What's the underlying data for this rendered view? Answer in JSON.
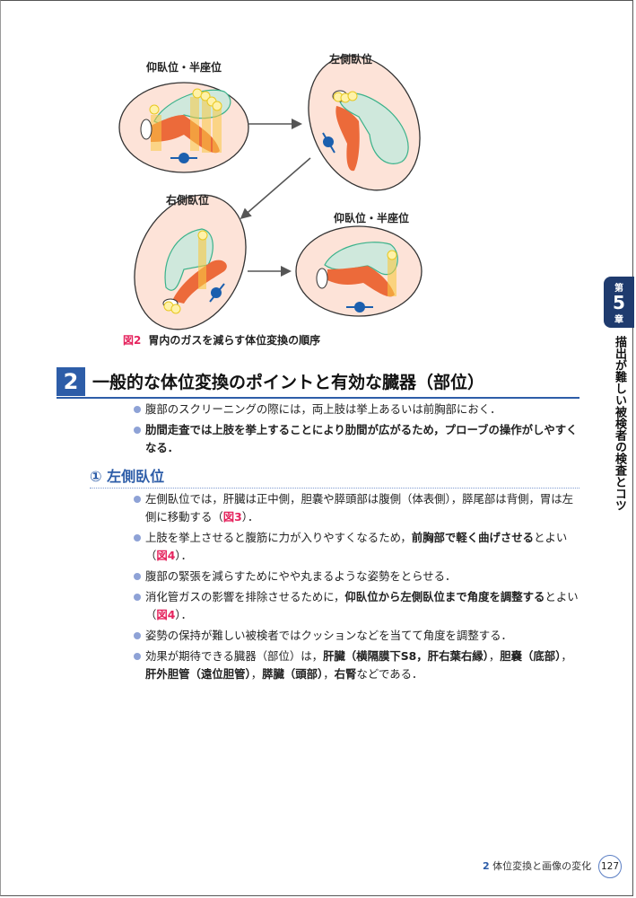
{
  "figure": {
    "panels": [
      {
        "label": "仰臥位・半座位"
      },
      {
        "label": "左側臥位"
      },
      {
        "label": "右側臥位"
      },
      {
        "label": "仰臥位・半座位"
      }
    ],
    "caption_number": "図2",
    "caption_text": "胃内のガスを減らす体位変換の順序",
    "colors": {
      "body": "#fde3d8",
      "stomach": "#cfe8dc",
      "stomach_edge": "#3bb28a",
      "pancreas": "#ec6a3a",
      "gas": "#fff2a8",
      "beam": "#f9c843",
      "spine": "#1b5fae"
    }
  },
  "section": {
    "number": "2",
    "title": "一般的な体位変換のポイントと有効な臓器（部位）",
    "bullets": [
      [
        {
          "t": "腹部のスクリーニングの際には，両上肢は挙上あるいは前胸部におく．"
        }
      ],
      [
        {
          "t": "肋間走査では上肢を挙上することにより肋間が広がるため，プローブの操作がしやすくなる．",
          "s": "b"
        }
      ]
    ]
  },
  "subsection": {
    "title": "① 左側臥位",
    "bullets": [
      [
        {
          "t": "左側臥位では，肝臓は正中側，胆嚢や膵頭部は腹側（体表側），膵尾部は背側，胃は左側に移動する（"
        },
        {
          "t": "図3",
          "s": "ref"
        },
        {
          "t": "）．"
        }
      ],
      [
        {
          "t": "上肢を挙上させると腹筋に力が入りやすくなるため，"
        },
        {
          "t": "前胸部で軽く曲げさせる",
          "s": "b"
        },
        {
          "t": "とよい（"
        },
        {
          "t": "図4",
          "s": "ref"
        },
        {
          "t": "）．"
        }
      ],
      [
        {
          "t": "腹部の緊張を減らすためにやや丸まるような姿勢をとらせる．"
        }
      ],
      [
        {
          "t": "消化管ガスの影響を排除させるために，"
        },
        {
          "t": "仰臥位から左側臥位まで角度を調整する",
          "s": "b"
        },
        {
          "t": "とよい（"
        },
        {
          "t": "図4",
          "s": "ref"
        },
        {
          "t": "）．"
        }
      ],
      [
        {
          "t": "姿勢の保持が難しい被検者ではクッションなどを当てて角度を調整する．"
        }
      ],
      [
        {
          "t": "効果が期待できる臓器（部位）は，"
        },
        {
          "t": "肝臓（横隔膜下S8，肝右葉右縁）",
          "s": "b"
        },
        {
          "t": "，"
        },
        {
          "t": "胆嚢（底部）",
          "s": "b"
        },
        {
          "t": "，"
        },
        {
          "t": "肝外胆管（遠位胆管）",
          "s": "b"
        },
        {
          "t": "，"
        },
        {
          "t": "膵臓（頭部）",
          "s": "b"
        },
        {
          "t": "，"
        },
        {
          "t": "右腎",
          "s": "b"
        },
        {
          "t": "などである．"
        }
      ]
    ]
  },
  "chapter_tab": {
    "prefix": "第",
    "number": "5",
    "suffix": "章",
    "title": "描出が難しい被検者の検査とコツ"
  },
  "footer": {
    "section_number": "2",
    "section_title": "体位変換と画像の変化",
    "page": "127"
  }
}
